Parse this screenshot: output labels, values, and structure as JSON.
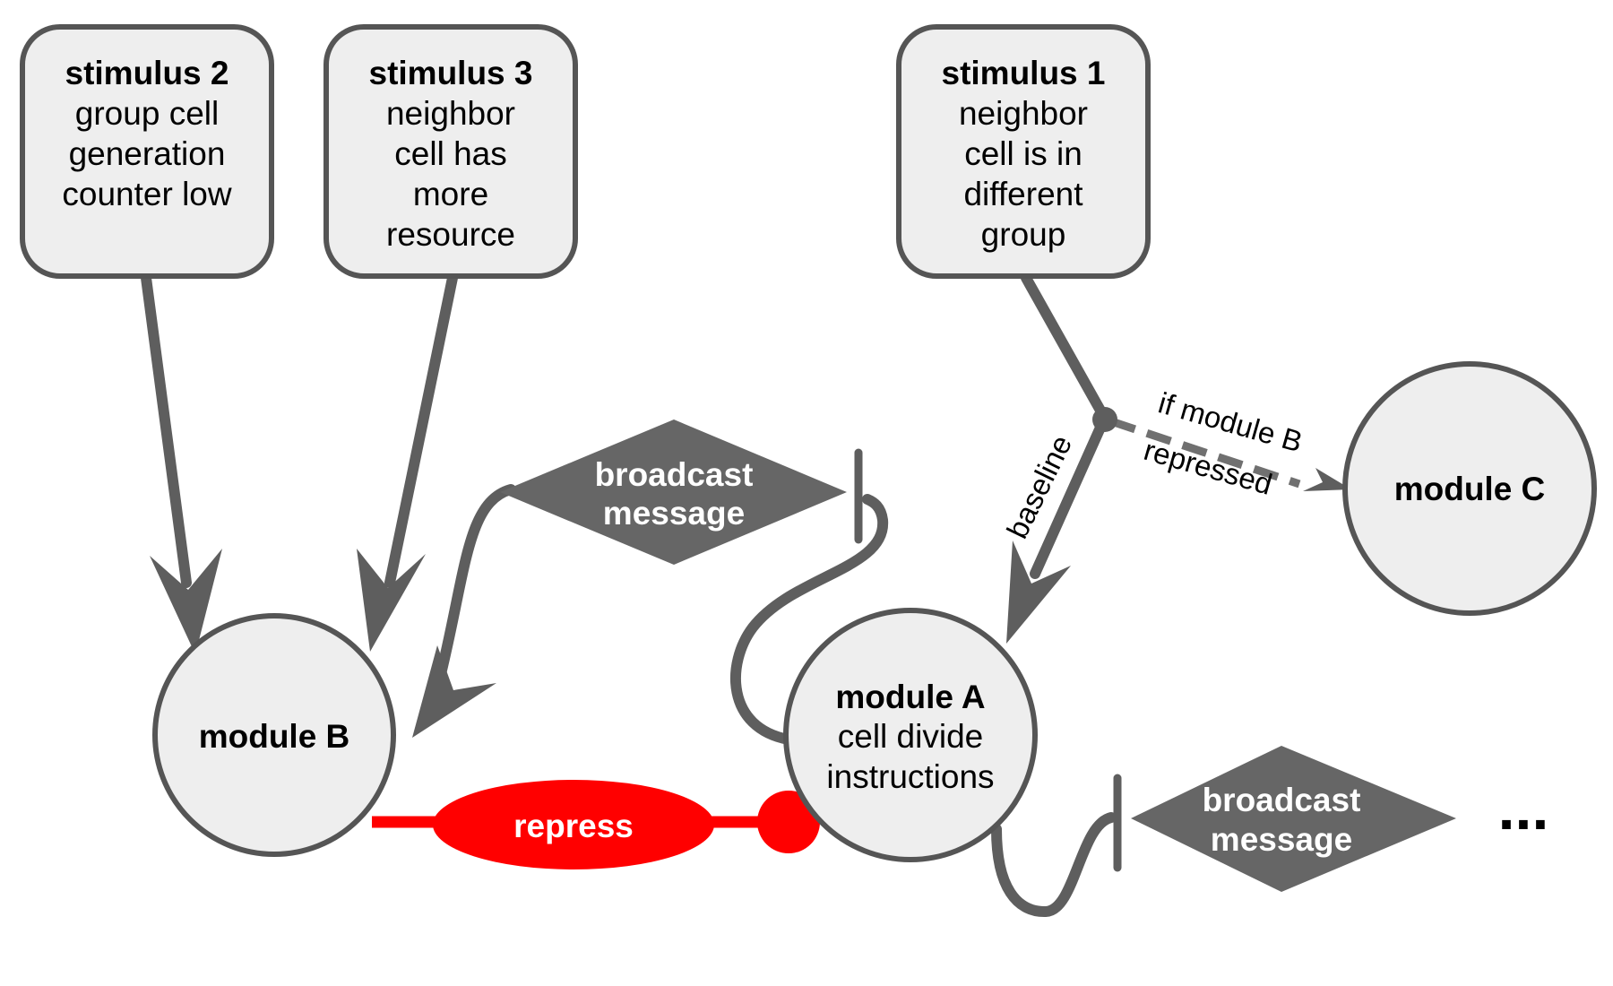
{
  "stimuli": [
    {
      "id": "stimulus-2",
      "title": "stimulus 2",
      "lines": [
        "group cell",
        "generation",
        "counter low"
      ]
    },
    {
      "id": "stimulus-3",
      "title": "stimulus 3",
      "lines": [
        "neighbor",
        "cell has",
        "more",
        "resource"
      ]
    },
    {
      "id": "stimulus-1",
      "title": "stimulus 1",
      "lines": [
        "neighbor",
        "cell is in",
        "different",
        "group"
      ]
    }
  ],
  "modules": {
    "b": {
      "title": "module B"
    },
    "a": {
      "title": "module A",
      "lines": [
        "cell divide",
        "instructions"
      ]
    },
    "c": {
      "title": "module C"
    }
  },
  "broadcast_1": {
    "lines": [
      "broadcast",
      "message"
    ]
  },
  "broadcast_2": {
    "lines": [
      "broadcast",
      "message"
    ]
  },
  "repress": {
    "label": "repress",
    "color": "#ff0000"
  },
  "edge_labels": {
    "baseline": "baseline",
    "if_repressed": [
      "if module B",
      "repressed"
    ]
  },
  "ellipsis": "...",
  "colors": {
    "node_fill": "#eeeeee",
    "node_stroke": "#555555",
    "edge": "#5e5e5e",
    "diamond": "#666666",
    "repress": "#ff0000"
  }
}
